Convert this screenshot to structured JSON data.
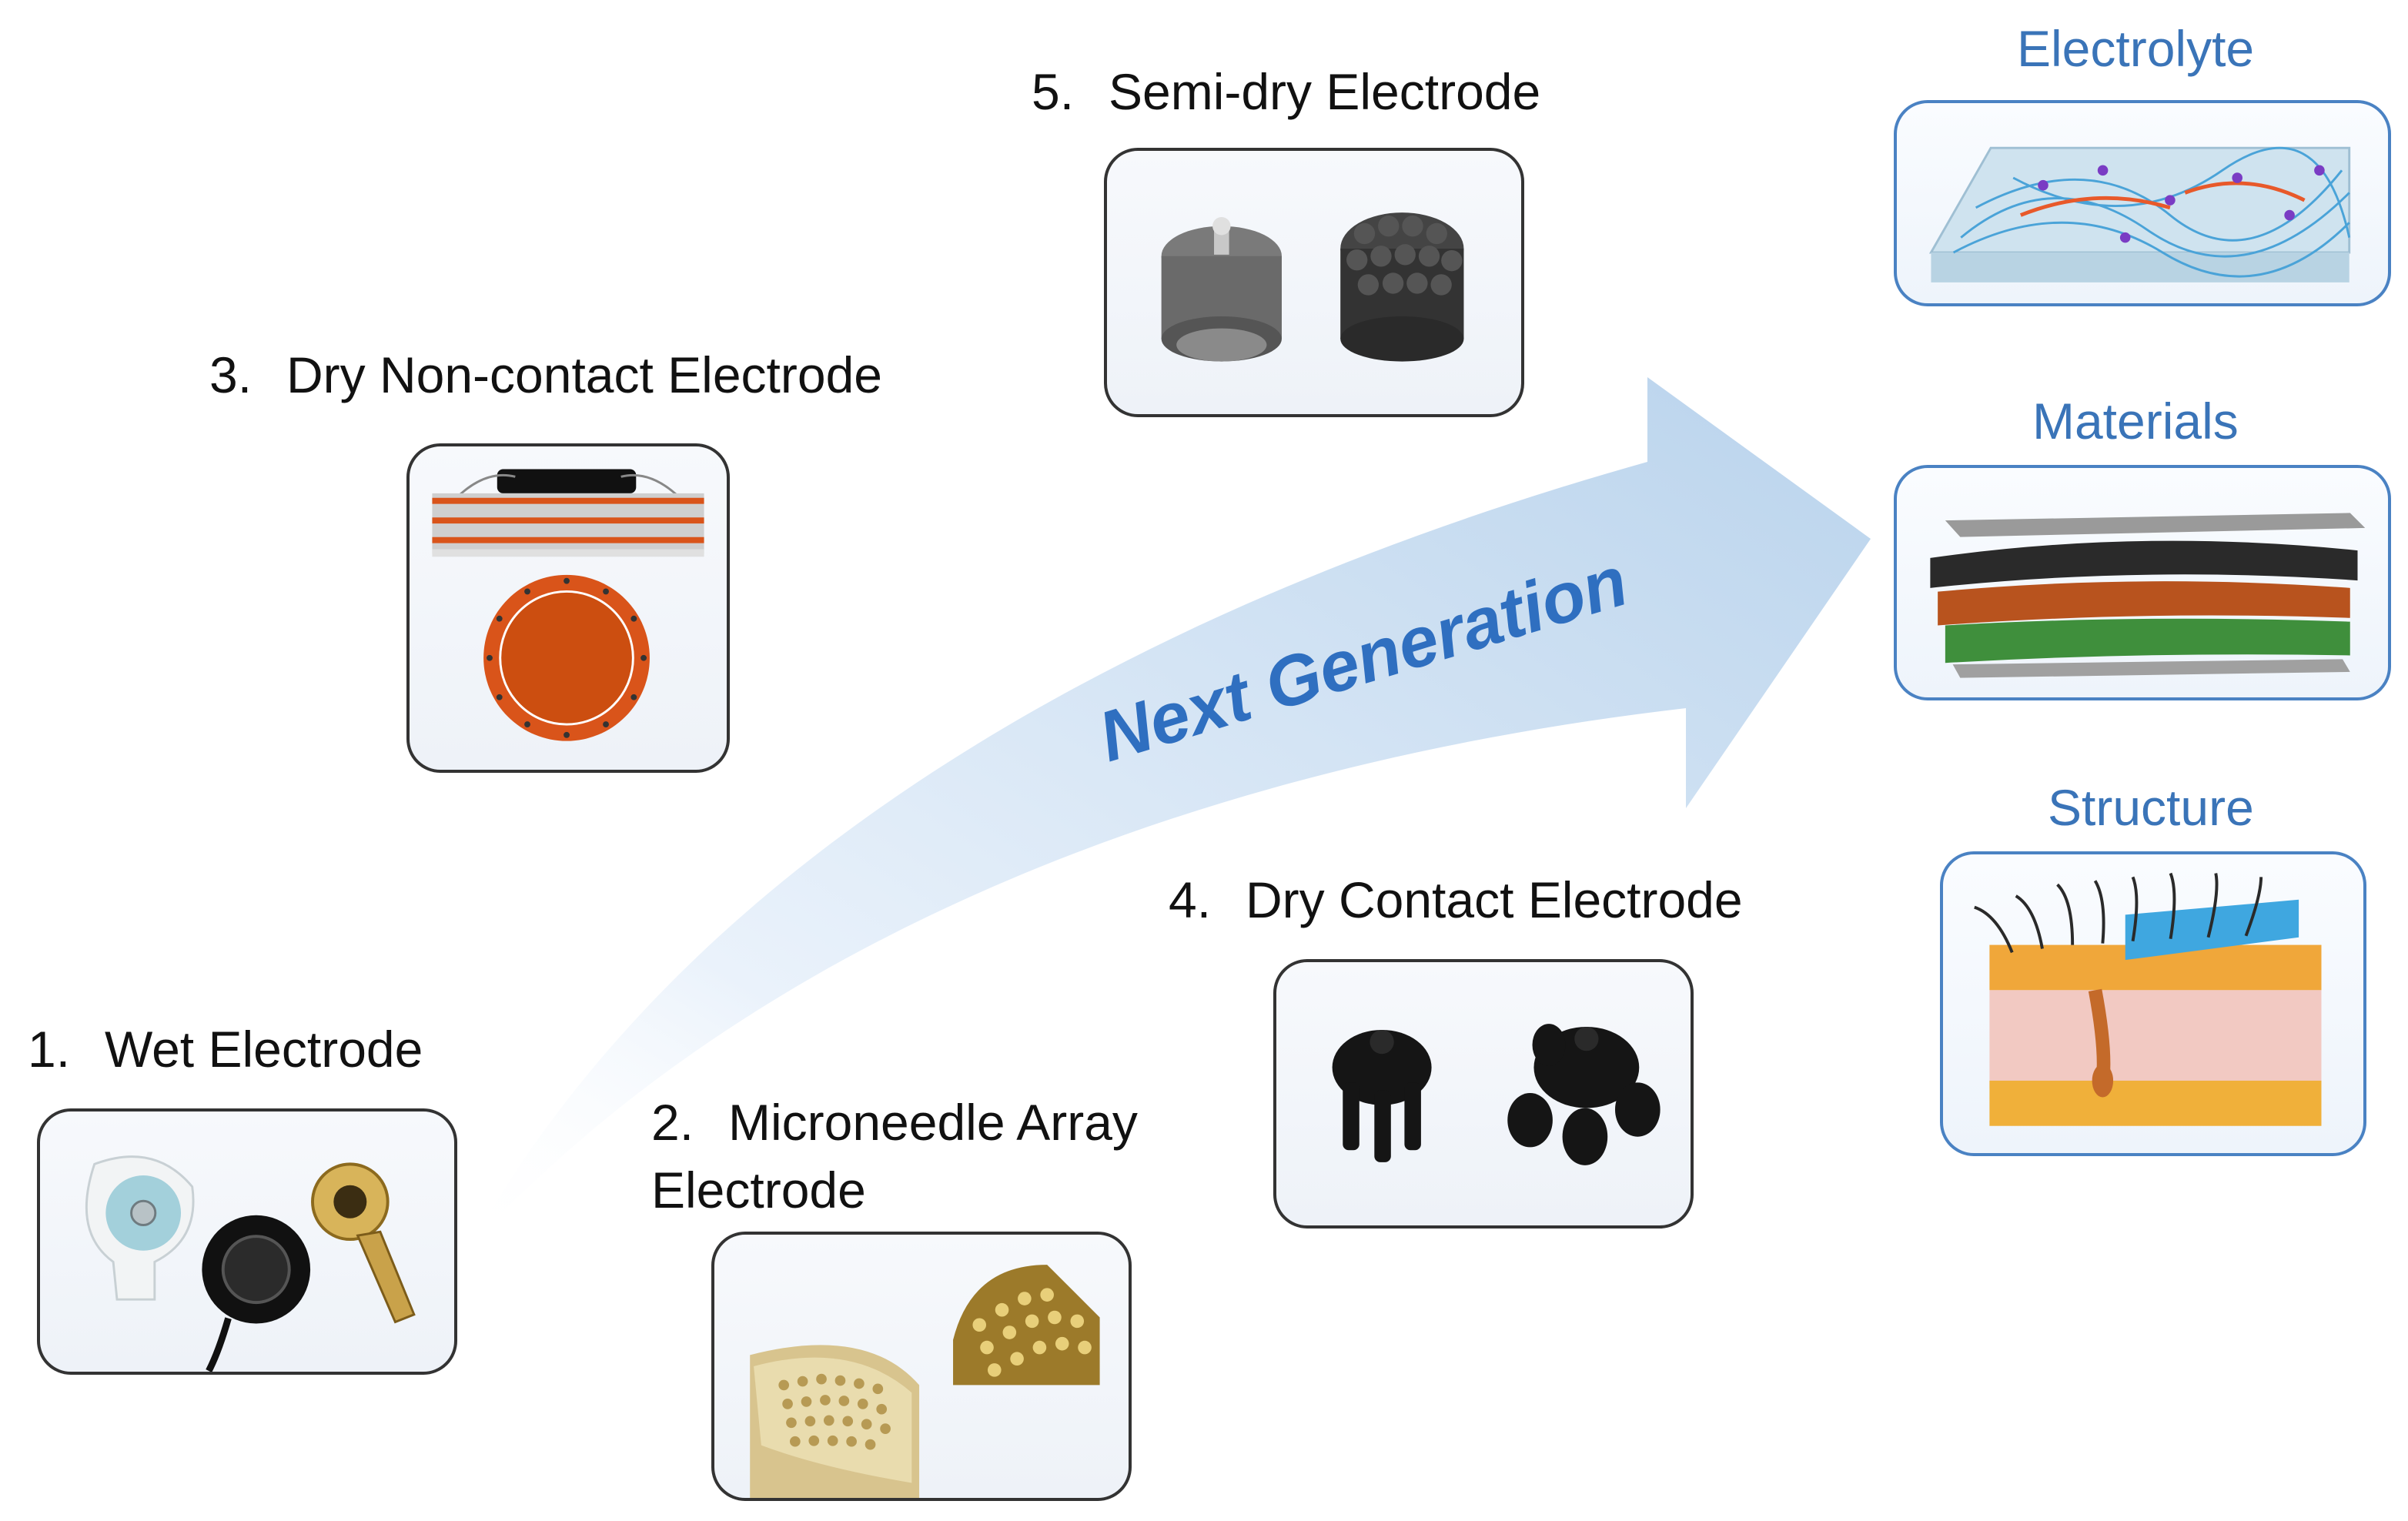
{
  "arrow": {
    "label": "Next Generation"
  },
  "electrodes": [
    {
      "number": "1.",
      "name": "Wet Electrode"
    },
    {
      "number": "2.",
      "name": "Microneedle Array Electrode"
    },
    {
      "number": "3.",
      "name": "Dry Non-contact Electrode"
    },
    {
      "number": "4.",
      "name": "Dry Contact Electrode"
    },
    {
      "number": "5.",
      "name": "Semi-dry Electrode"
    }
  ],
  "factors": [
    {
      "name": "Electrolyte"
    },
    {
      "name": "Materials"
    },
    {
      "name": "Structure"
    }
  ],
  "colors": {
    "arrow_light": "#eaf2fb",
    "arrow_dark": "#b9d3ec",
    "arrow_text": "#2f6fc0",
    "factor_text": "#3a74b8",
    "factor_border": "#4a82c3",
    "card_border": "#333333"
  }
}
